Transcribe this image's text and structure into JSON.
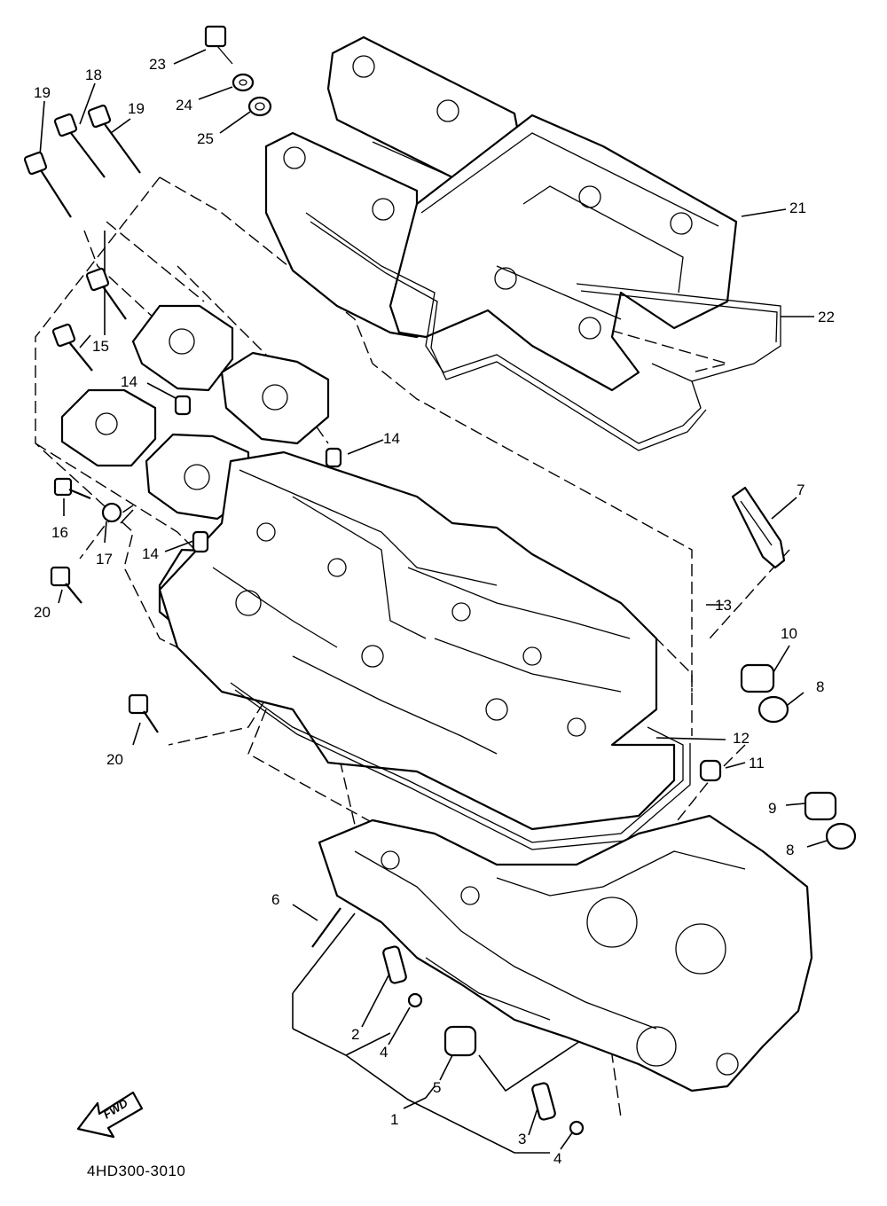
{
  "diagram": {
    "drawing_code": "4HD300-3010",
    "direction_arrow": "FWD",
    "callouts": [
      {
        "id": "c1",
        "label": "1"
      },
      {
        "id": "c2",
        "label": "2"
      },
      {
        "id": "c3",
        "label": "3"
      },
      {
        "id": "c4a",
        "label": "4"
      },
      {
        "id": "c4b",
        "label": "4"
      },
      {
        "id": "c5",
        "label": "5"
      },
      {
        "id": "c6",
        "label": "6"
      },
      {
        "id": "c7",
        "label": "7"
      },
      {
        "id": "c8a",
        "label": "8"
      },
      {
        "id": "c8b",
        "label": "8"
      },
      {
        "id": "c9",
        "label": "9"
      },
      {
        "id": "c10",
        "label": "10"
      },
      {
        "id": "c11",
        "label": "11"
      },
      {
        "id": "c12",
        "label": "12"
      },
      {
        "id": "c13",
        "label": "13"
      },
      {
        "id": "c14a",
        "label": "14"
      },
      {
        "id": "c14b",
        "label": "14"
      },
      {
        "id": "c14c",
        "label": "14"
      },
      {
        "id": "c15",
        "label": "15"
      },
      {
        "id": "c16",
        "label": "16"
      },
      {
        "id": "c17",
        "label": "17"
      },
      {
        "id": "c18",
        "label": "18"
      },
      {
        "id": "c19a",
        "label": "19"
      },
      {
        "id": "c19b",
        "label": "19"
      },
      {
        "id": "c20a",
        "label": "20"
      },
      {
        "id": "c20b",
        "label": "20"
      },
      {
        "id": "c21",
        "label": "21"
      },
      {
        "id": "c22",
        "label": "22"
      },
      {
        "id": "c23",
        "label": "23"
      },
      {
        "id": "c24",
        "label": "24"
      },
      {
        "id": "c25",
        "label": "25"
      }
    ]
  }
}
